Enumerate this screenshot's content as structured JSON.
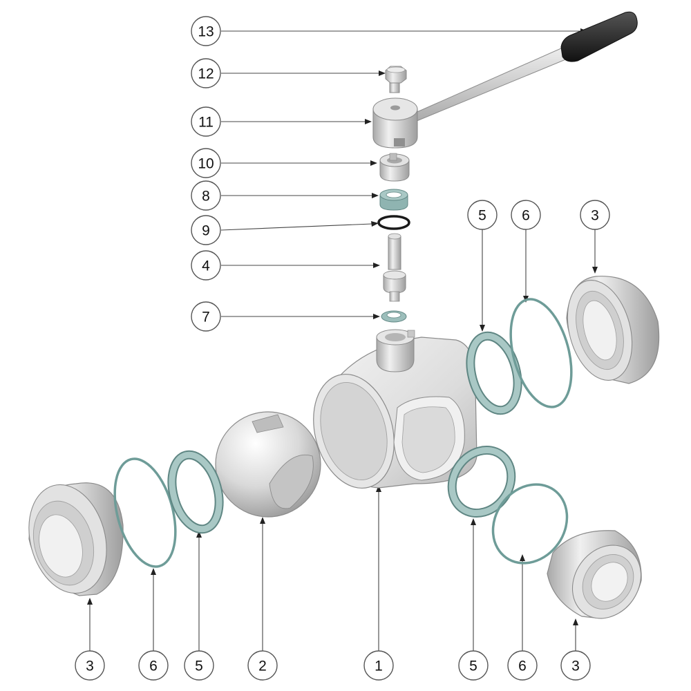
{
  "callouts": {
    "c13": "13",
    "c12": "12",
    "c11": "11",
    "c10": "10",
    "c8": "8",
    "c9": "9",
    "c4": "4",
    "c7": "7",
    "c5_top": "5",
    "c6_top": "6",
    "c3_top": "3",
    "c3_left": "3",
    "c6_left": "6",
    "c5_left": "5",
    "c2": "2",
    "c1": "1",
    "c5_right": "5",
    "c6_right": "6",
    "c3_right": "3"
  },
  "colors": {
    "metal_light": "#eeeeee",
    "metal_mid": "#cfcfcf",
    "metal_dark": "#9a9a9a",
    "seal_teal": "#8fb4b1",
    "seal_teal_dark": "#5f8683",
    "oring_teal": "#6e9c98",
    "oring_black": "#1a1a1a",
    "grip_black": "#2a2a2a"
  }
}
